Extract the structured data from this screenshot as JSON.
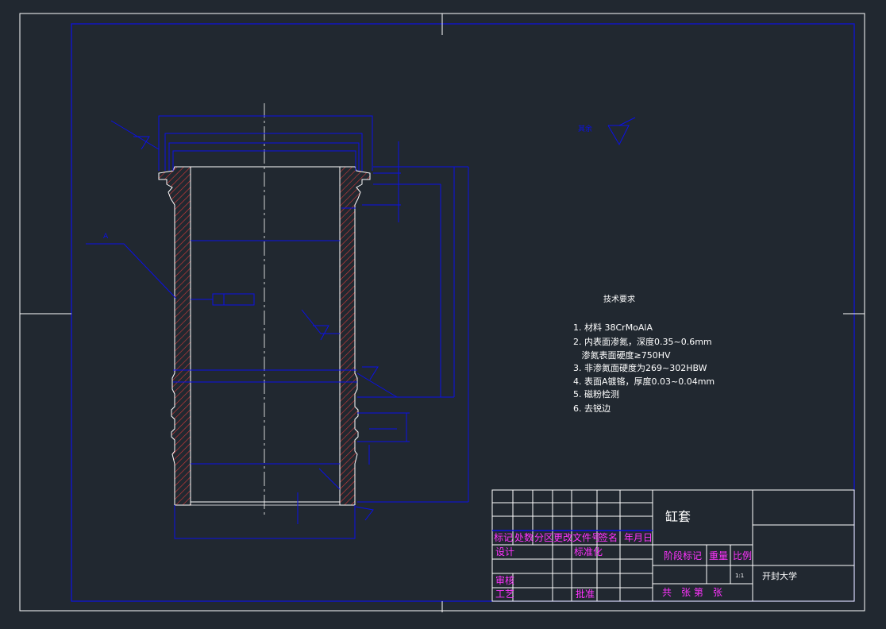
{
  "colors": {
    "background": "#212830",
    "frame": "#ffffff",
    "outline": "#ffffff",
    "dimension": "#0b10e8",
    "hatch": "#d63a3a",
    "centerline": "#ffffff",
    "title_text": "#ff33ff",
    "note_text": "#ffffff"
  },
  "roughness": {
    "label": "其余"
  },
  "technical_requirements": {
    "heading": "技术要求",
    "items": [
      "1. 材料 38CrMoAlA",
      "2. 内表面渗氮，深度0.35~0.6mm",
      "   渗氮表面硬度≥750HV",
      "3. 非渗氮面硬度为269~302HBW",
      "4. 表面A镀铬，厚度0.03~0.04mm",
      "5. 磁粉检测",
      "6. 去锐边"
    ]
  },
  "annotations": {
    "surface_a_label": "A"
  },
  "title_block": {
    "part_name": "缸套",
    "revision_headers": [
      "标记",
      "处数",
      "分区",
      "更改文件号",
      "签名",
      "年月日"
    ],
    "design": "设计",
    "standardization": "标准化",
    "stage_mark": "阶段标记",
    "weight": "重量",
    "scale": "比例",
    "scale_value": "1:1",
    "review": "审核",
    "process": "工艺",
    "approve": "批准",
    "sheets": "共　张 第　张",
    "organization": "开封大学"
  }
}
